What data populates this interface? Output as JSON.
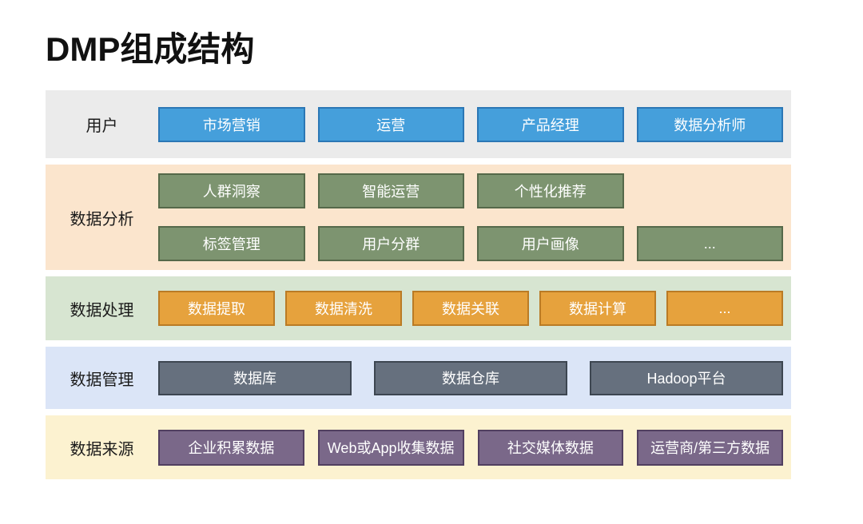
{
  "title": "DMP组成结构",
  "text_colors": {
    "label": "#1a1a1a",
    "box_text": "#ffffff",
    "title": "#111111"
  },
  "layers": [
    {
      "id": "users",
      "label": "用户",
      "colors": {
        "band_bg": "#ebebeb",
        "box_fill": "#459fdb",
        "box_border": "#2b77b5"
      },
      "columns": 4,
      "rows": [
        [
          "市场营销",
          "运营",
          "产品经理",
          "数据分析师"
        ]
      ]
    },
    {
      "id": "data-analysis",
      "label": "数据分析",
      "colors": {
        "band_bg": "#fbe5cd",
        "box_fill": "#7d9470",
        "box_border": "#55694a"
      },
      "columns": 4,
      "rows": [
        [
          "人群洞察",
          "智能运营",
          "个性化推荐"
        ],
        [
          "标签管理",
          "用户分群",
          "用户画像",
          "..."
        ]
      ]
    },
    {
      "id": "data-processing",
      "label": "数据处理",
      "colors": {
        "band_bg": "#d7e5d1",
        "box_fill": "#e6a23d",
        "box_border": "#ba7b25"
      },
      "columns": 5,
      "rows": [
        [
          "数据提取",
          "数据清洗",
          "数据关联",
          "数据计算",
          "..."
        ]
      ]
    },
    {
      "id": "data-management",
      "label": "数据管理",
      "colors": {
        "band_bg": "#dbe5f7",
        "box_fill": "#66707e",
        "box_border": "#3d4651"
      },
      "columns": 3,
      "rows": [
        [
          "数据库",
          "数据仓库",
          "Hadoop平台"
        ]
      ]
    },
    {
      "id": "data-sources",
      "label": "数据来源",
      "colors": {
        "band_bg": "#fcf2d0",
        "box_fill": "#7a6889",
        "box_border": "#513f60"
      },
      "columns": 4,
      "rows": [
        [
          "企业积累数据",
          "Web或App收集数据",
          "社交媒体数据",
          "运营商/第三方数据"
        ]
      ]
    }
  ]
}
